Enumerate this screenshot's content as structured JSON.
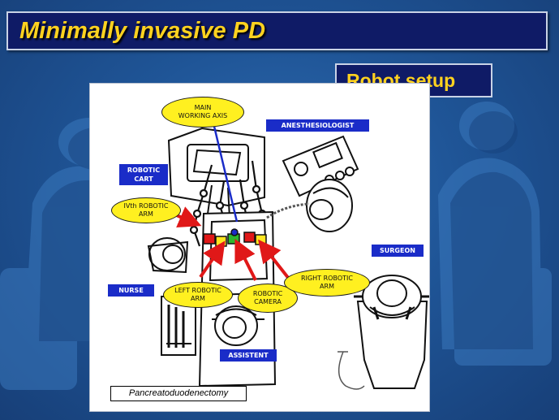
{
  "slide": {
    "title": "Minimally invasive PD",
    "subtitle": "Robot setup"
  },
  "diagram": {
    "blue_labels": {
      "anesthesiologist": "ANESTHESIOLOGIST",
      "robotic_cart": "ROBOTIC\nCART",
      "nurse": "NURSE",
      "surgeon": "SURGEON",
      "assistent": "ASSISTENT"
    },
    "yellow_labels": {
      "main_working_axis": "MAIN\nWORKING AXIS",
      "ivth_robotic_arm": "IVth ROBOTIC\nARM",
      "left_robotic_arm": "LEFT ROBOTIC\nARM",
      "robotic_camera": "ROBOTIC\nCAMERA",
      "right_robotic_arm": "RIGHT ROBOTIC\nARM"
    },
    "caption": "Pancreatoduodenectomy",
    "colors": {
      "arrow": "#e01818",
      "axis_line": "#1a2cc8",
      "label_bg": "#1a2cc8",
      "callout_bg": "#fff020",
      "title_text": "#ffd21f",
      "title_bg": "#0f1b66"
    }
  }
}
